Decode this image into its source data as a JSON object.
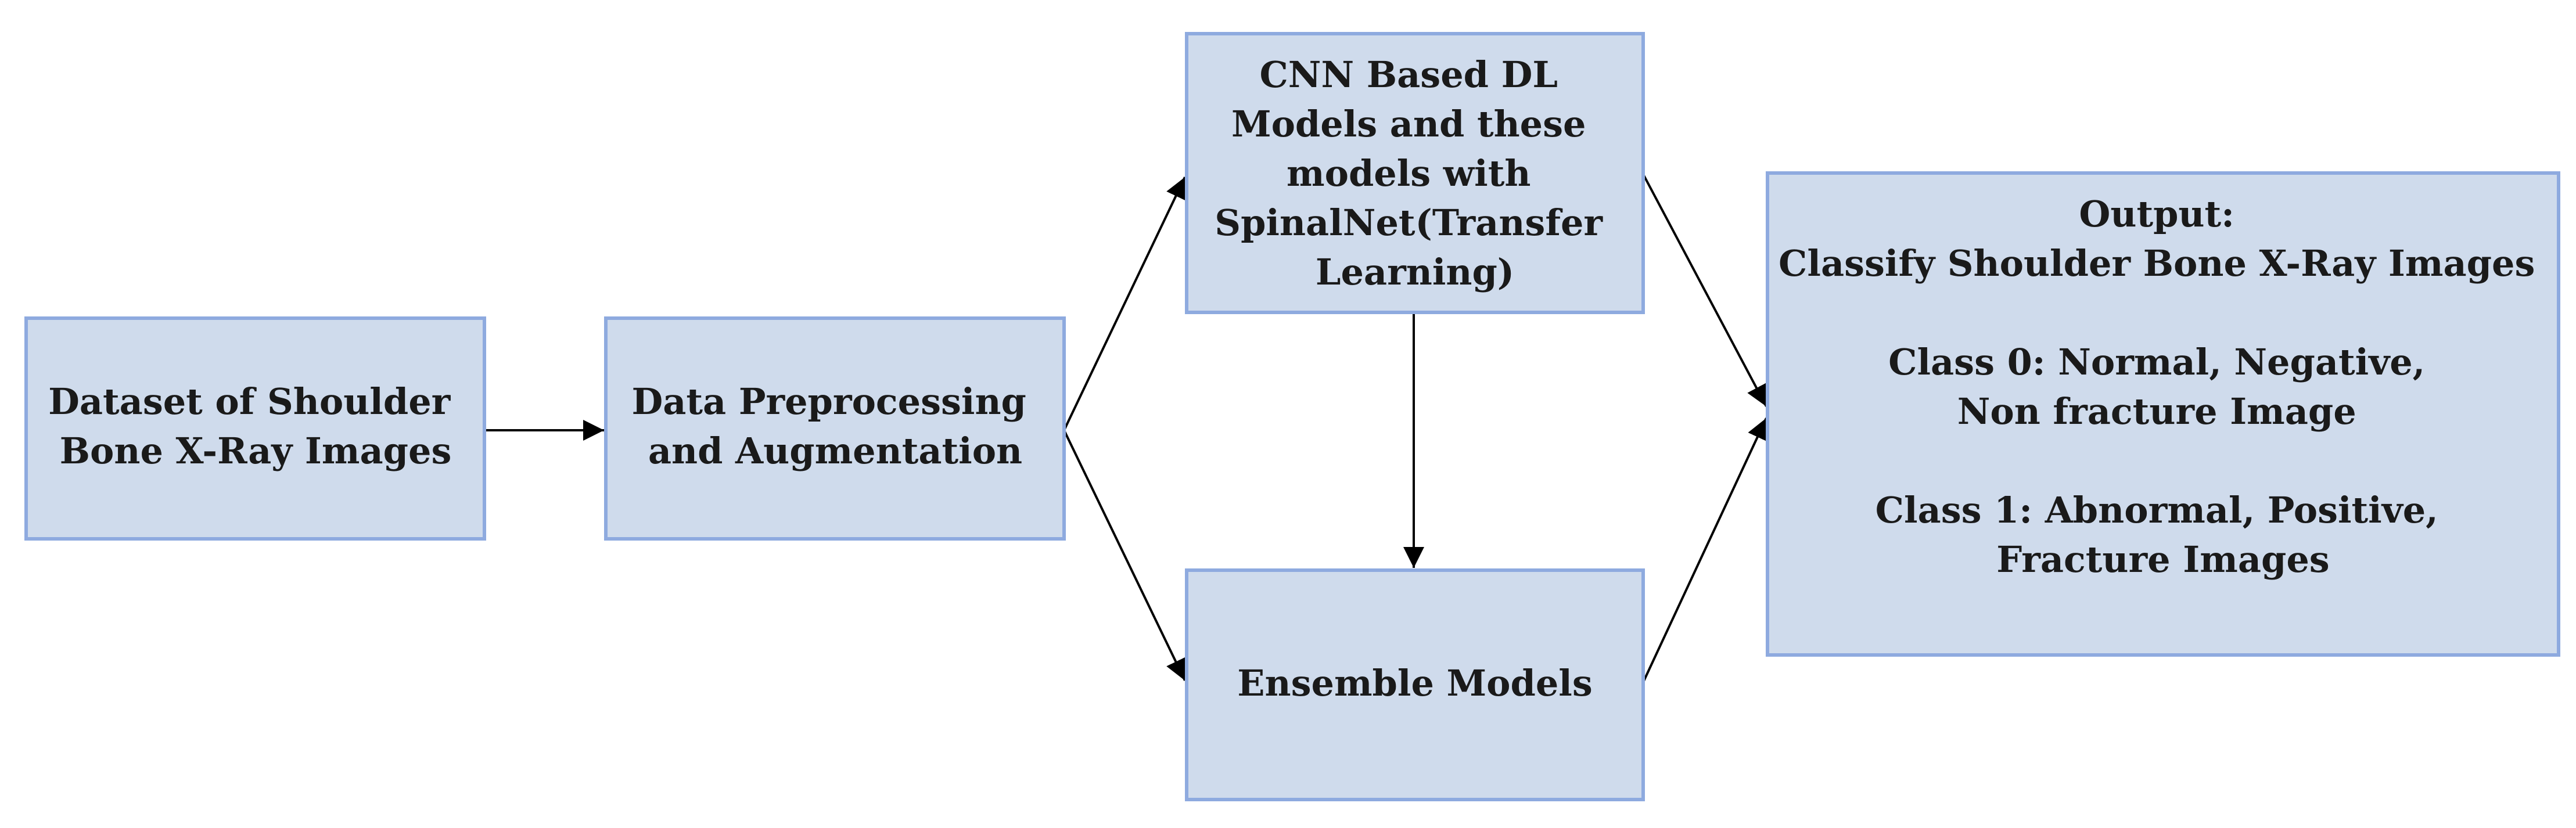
{
  "boxes": {
    "dataset": {
      "lines": [
        "Dataset of Shoulder",
        "Bone X-Ray Images"
      ]
    },
    "preprocessing": {
      "lines": [
        "Data Preprocessing",
        "and Augmentation"
      ]
    },
    "cnn_models": {
      "lines": [
        "CNN Based DL",
        "Models and these",
        "models with",
        "SpinalNet(Transfer",
        "Learning)"
      ]
    },
    "ensemble": {
      "lines": [
        "Ensemble Models"
      ]
    },
    "output": {
      "lines": [
        "Output:",
        "Classify Shoulder Bone X-Ray Images",
        "",
        "Class 0: Normal, Negative,",
        "Non fracture Image",
        "",
        "Class 1: Abnormal, Positive,",
        "Fracture Images"
      ]
    }
  },
  "colors": {
    "box_fill": "#cfdbec",
    "box_border": "#8eaadf",
    "text": "#1a1a1a",
    "arrow": "#000000"
  }
}
